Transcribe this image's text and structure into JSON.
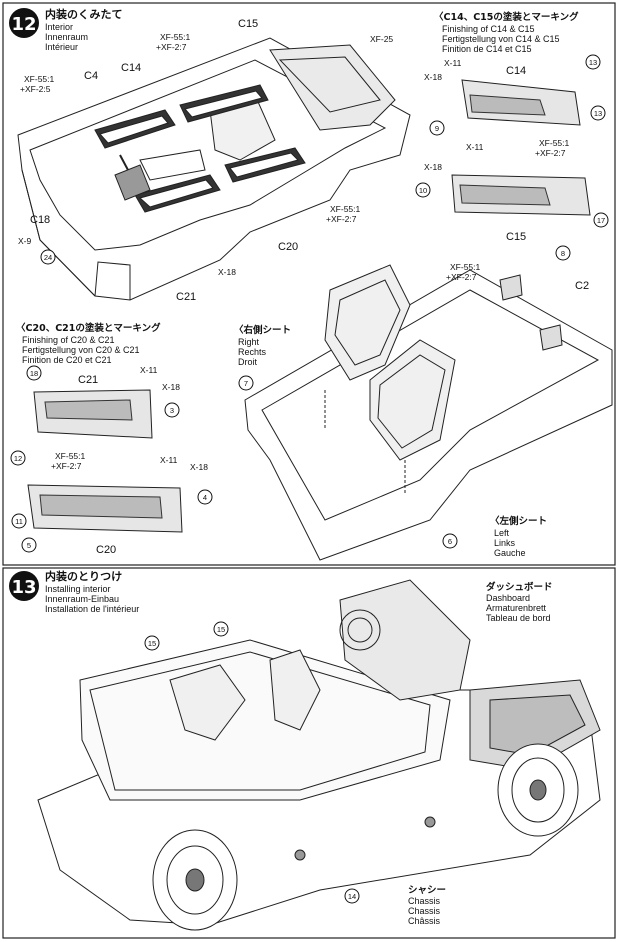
{
  "step12": {
    "number": "12",
    "title_jp": "内装のくみたて",
    "title_en": "Interior",
    "title_de": "Innenraum",
    "title_fr": "Intérieur",
    "parts": {
      "c4": "C4",
      "c14": "C14",
      "c15": "C15",
      "c18": "C18",
      "c20": "C20",
      "c21": "C21"
    },
    "paints": {
      "left_mix_1": "XF-55:1",
      "left_mix_2": "+XF-2:5",
      "mid_mix_1": "XF-55:1",
      "mid_mix_2": "+XF-2:7",
      "xf25": "XF-25",
      "bot_mix_1": "XF-55:1",
      "bot_mix_2": "+XF-2:7",
      "x9": "X-9",
      "x18": "X-18"
    },
    "badge_24": "24"
  },
  "panel_c14_c15": {
    "title_jp": "〈C14、C15の塗装とマーキング",
    "title_en": "Finishing of C14 & C15",
    "title_de": "Fertigstellung von C14 & C15",
    "title_fr": "Finition de C14 et C15",
    "c14": "C14",
    "c15": "C15",
    "x11_a": "X-11",
    "x18_a": "X-18",
    "x11_b": "X-11",
    "x18_b": "X-18",
    "mix_1": "XF-55:1",
    "mix_2": "+XF-2:7",
    "badges": [
      "13",
      "9",
      "13",
      "10",
      "17",
      "8"
    ]
  },
  "panel_c20_c21": {
    "title_jp": "〈C20、C21の塗装とマーキング",
    "title_en": "Finishing of C20 & C21",
    "title_de": "Fertigstellung von C20 & C21",
    "title_fr": "Finition de C20 et C21",
    "c21": "C21",
    "c20": "C20",
    "x11_a": "X-11",
    "x18_a": "X-18",
    "x11_b": "X-11",
    "x18_b": "X-18",
    "mix_1": "XF-55:1",
    "mix_2": "+XF-2:7",
    "badges": [
      "18",
      "3",
      "12",
      "4",
      "11",
      "5"
    ]
  },
  "seats": {
    "right_jp": "〈右側シート",
    "right_en": "Right",
    "right_de": "Rechts",
    "right_fr": "Droit",
    "left_jp": "〈左側シート",
    "left_en": "Left",
    "left_de": "Links",
    "left_fr": "Gauche",
    "mix_1": "XF-55:1",
    "mix_2": "+XF-2:7",
    "c2": "C2",
    "badges": [
      "7",
      "6"
    ]
  },
  "step13": {
    "number": "13",
    "title_jp": "内装のとりつけ",
    "title_en": "Installing interior",
    "title_de": "Innenraum-Einbau",
    "title_fr": "Installation de l'intérieur",
    "dash_jp": "ダッシュボード",
    "dash_en": "Dashboard",
    "dash_de": "Armaturenbrett",
    "dash_fr": "Tableau de bord",
    "chassis_jp": "シャシー",
    "chassis_en": "Chassis",
    "chassis_de": "Chassis",
    "chassis_fr": "Châssis",
    "badges": [
      "15",
      "15",
      "14"
    ]
  }
}
